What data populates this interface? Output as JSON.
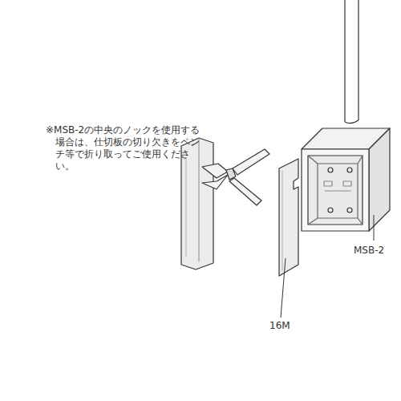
{
  "diagram": {
    "labels": [
      "※MSB-2の中央のノックを使用する場合は、仕切板の切り欠きをペンチ等で折り取ってご使用ください。",
      "16M",
      "MSB-2"
    ]
  }
}
